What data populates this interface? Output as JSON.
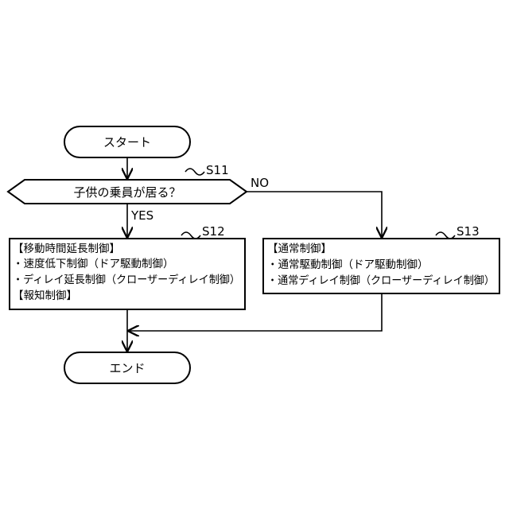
{
  "start": {
    "label": "スタート"
  },
  "decision": {
    "label": "子供の乗員が居る？",
    "step": "S11",
    "yes": "YES",
    "no": "NO"
  },
  "s12": {
    "step": "S12",
    "lines": [
      "【移動時間延長制御】",
      "・速度低下制御（ドア駆動制御）",
      "・ディレイ延長制御（クローザーディレイ制御）",
      "【報知制御】"
    ]
  },
  "s13": {
    "step": "S13",
    "lines": [
      "【通常制御】",
      "・通常駆動制御（ドア駆動制御）",
      "・通常ディレイ制御（クローザーディレイ制御）"
    ]
  },
  "end": {
    "label": "エンド"
  }
}
